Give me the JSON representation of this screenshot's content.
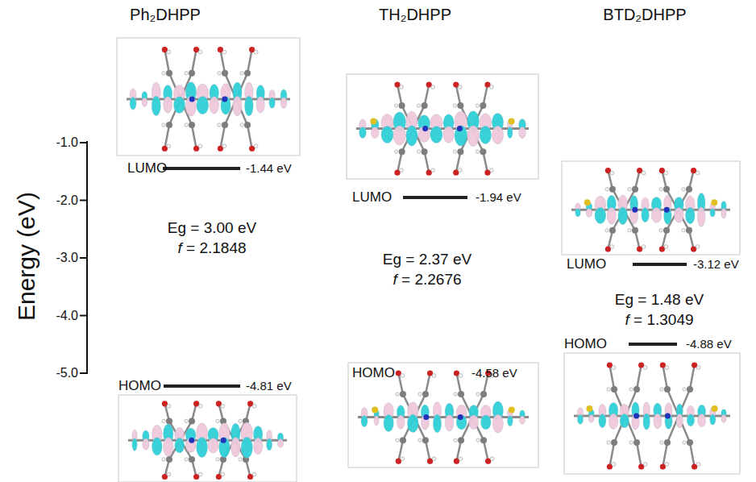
{
  "diagram": {
    "labels": [
      "Ph₂DHPP",
      "TH₂DHPP",
      "BTD₂DHPP",
      "Energy (eV)",
      "-1.0",
      "-2.0",
      "-3.0",
      "-4.0",
      "-5.0",
      "LUMO",
      "-1.44 eV",
      "Eg = 3.00 eV",
      "f = 2.1848",
      "HOMO",
      "-4.81 eV",
      "LUMO",
      "-1.94 eV",
      "Eg = 2.37 eV",
      "f = 2.2676",
      "HOMO",
      "-4.58 eV",
      "LUMO",
      "-3.12 eV",
      "Eg = 1.48 eV",
      "f = 1.3049",
      "HOMO",
      "-4.88 eV"
    ]
  }
}
